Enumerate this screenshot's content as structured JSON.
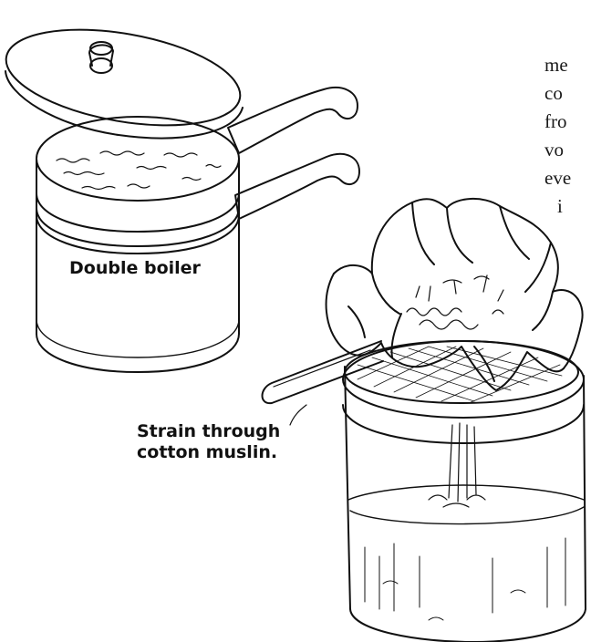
{
  "labels": {
    "double_boiler": "Double boiler",
    "strain_line1": "Strain through",
    "strain_line2": "cotton muslin."
  },
  "cropped_text_lines": [
    "me",
    "co",
    "fro",
    "vo",
    "eve",
    "i"
  ],
  "colors": {
    "ink": "#111111",
    "paper": "#ffffff"
  }
}
